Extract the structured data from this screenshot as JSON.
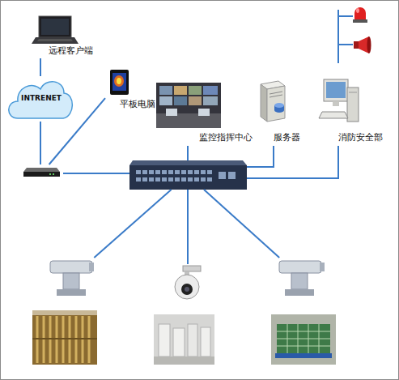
{
  "diagram": {
    "nodes": [
      {
        "text": [
          "远程客户端"
        ]
      },
      {
        "text": [
          "INTRENET"
        ]
      },
      {
        "text": [
          "平板电脑"
        ]
      },
      {
        "text": []
      },
      {
        "text": [
          "监控指挥中心"
        ]
      },
      {
        "text": [
          "服务器"
        ]
      },
      {
        "text": [
          "消防安全部"
        ]
      },
      {
        "text": []
      },
      {
        "text": []
      },
      {
        "text": []
      },
      {
        "text": []
      }
    ],
    "edges": [
      {
        "from": 0,
        "to": 1,
        "arrow": "none"
      },
      {
        "from": 1,
        "to": 3,
        "arrow": "none"
      },
      {
        "from": 2,
        "to": 3,
        "arrow": "none"
      },
      {
        "from": 3,
        "to": 7,
        "arrow": "none"
      },
      {
        "from": 4,
        "to": 7,
        "arrow": "none"
      },
      {
        "from": 5,
        "to": 7,
        "arrow": "none"
      },
      {
        "from": 6,
        "to": 7,
        "arrow": "none"
      },
      {
        "from": 7,
        "to": 8,
        "arrow": "none"
      },
      {
        "from": 7,
        "to": 9,
        "arrow": "none"
      },
      {
        "from": 7,
        "to": 10,
        "arrow": "none"
      }
    ]
  }
}
